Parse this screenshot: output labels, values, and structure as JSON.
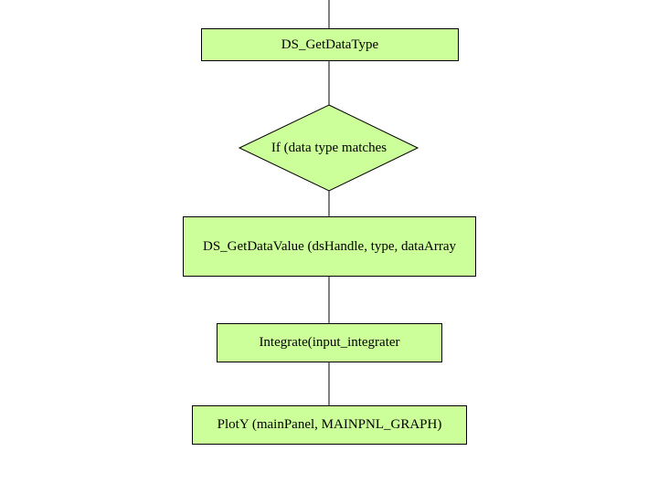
{
  "flowchart": {
    "steps": [
      {
        "label": "DS_GetDataType"
      },
      {
        "label": "If (data type  matches"
      },
      {
        "label": "DS_GetDataValue (dsHandle, type, dataArray"
      },
      {
        "label": "Integrate(input_integrater"
      },
      {
        "label": "PlotY (mainPanel, MAINPNL_GRAPH)"
      }
    ],
    "colors": {
      "fill": "#ccff99",
      "stroke": "#000000"
    }
  }
}
